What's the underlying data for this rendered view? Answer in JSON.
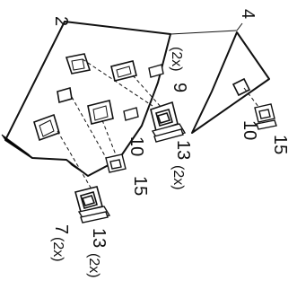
{
  "parts": {
    "panel_left": "2",
    "panel_right": "4"
  },
  "callouts": [
    {
      "id": "c1",
      "number": "9",
      "qty": "(2x)"
    },
    {
      "id": "c2",
      "number": "13",
      "qty": "(2x)"
    },
    {
      "id": "c3",
      "number": "10",
      "qty": ""
    },
    {
      "id": "c4",
      "number": "15",
      "qty": ""
    },
    {
      "id": "c5",
      "number": "10",
      "qty": ""
    },
    {
      "id": "c6",
      "number": "15",
      "qty": ""
    },
    {
      "id": "c7",
      "number": "7",
      "qty": "(2x)"
    },
    {
      "id": "c8",
      "number": "13",
      "qty": "(2x)"
    }
  ]
}
